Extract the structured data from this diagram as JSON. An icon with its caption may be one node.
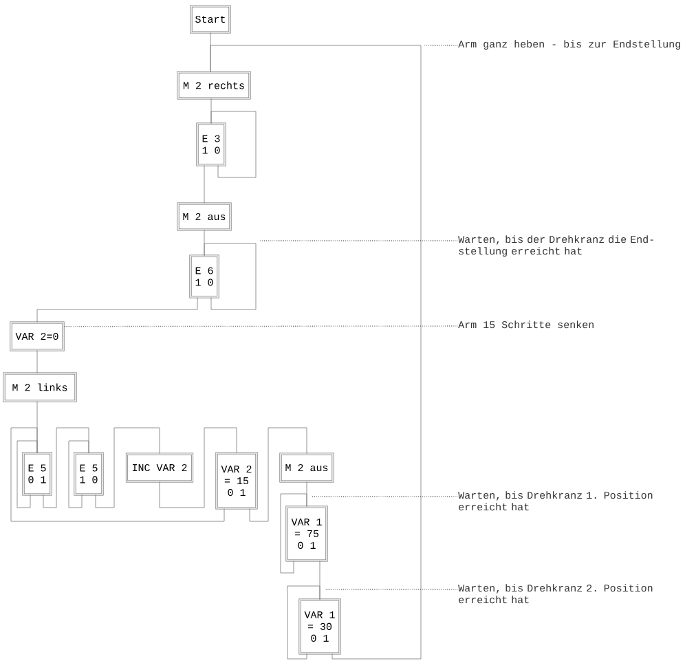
{
  "diagram": {
    "nodes": [
      {
        "text": [
          "Start"
        ]
      },
      {
        "text": [
          "M 2 rechts"
        ]
      },
      {
        "text": [
          "E 3",
          "1 0"
        ]
      },
      {
        "text": [
          "M 2 aus"
        ]
      },
      {
        "text": [
          "E 6",
          "1 0"
        ]
      },
      {
        "text": [
          "VAR 2=0"
        ]
      },
      {
        "text": [
          "M 2 links"
        ]
      },
      {
        "text": [
          "E 5",
          "0 1"
        ]
      },
      {
        "text": [
          "E 5",
          "1 0"
        ]
      },
      {
        "text": [
          "INC VAR 2"
        ]
      },
      {
        "text": [
          "VAR 2",
          "= 15",
          "0 1"
        ]
      },
      {
        "text": [
          "M 2 aus"
        ]
      },
      {
        "text": [
          "VAR 1",
          "= 75",
          "0 1"
        ]
      },
      {
        "text": [
          "VAR 1",
          "= 30",
          "0 1"
        ]
      },
      {
        "text": [
          "Arm ganz heben - bis zur Endstellung"
        ]
      },
      {
        "text": [
          "Warten, bis der Drehkranz die End- stellung erreicht hat"
        ]
      },
      {
        "text": [
          "Arm 15 Schritte senken"
        ]
      },
      {
        "text": [
          "Warten, bis Drehkranz 1. Position erreicht hat"
        ]
      },
      {
        "text": [
          "Warten, bis Drehkranz 2. Position erreicht hat"
        ]
      }
    ],
    "edges": [
      {
        "from": 0,
        "to": 1,
        "arrow": "none"
      },
      {
        "from": 1,
        "to": 2,
        "arrow": "none"
      },
      {
        "from": 2,
        "to": 2,
        "arrow": "none"
      },
      {
        "from": 2,
        "to": 3,
        "arrow": "none"
      },
      {
        "from": 3,
        "to": 4,
        "arrow": "none"
      },
      {
        "from": 4,
        "to": 4,
        "arrow": "none"
      },
      {
        "from": 4,
        "to": 5,
        "arrow": "none"
      },
      {
        "from": 5,
        "to": 6,
        "arrow": "none"
      },
      {
        "from": 6,
        "to": 7,
        "arrow": "none"
      },
      {
        "from": 7,
        "to": 7,
        "arrow": "none"
      },
      {
        "from": 7,
        "to": 8,
        "arrow": "none"
      },
      {
        "from": 8,
        "to": 8,
        "arrow": "none"
      },
      {
        "from": 8,
        "to": 9,
        "arrow": "none"
      },
      {
        "from": 9,
        "to": 10,
        "arrow": "none"
      },
      {
        "from": 10,
        "to": 7,
        "arrow": "none"
      },
      {
        "from": 10,
        "to": 11,
        "arrow": "none"
      },
      {
        "from": 11,
        "to": 12,
        "arrow": "none"
      },
      {
        "from": 12,
        "to": 12,
        "arrow": "none"
      },
      {
        "from": 12,
        "to": 13,
        "arrow": "none"
      },
      {
        "from": 13,
        "to": 13,
        "arrow": "none"
      },
      {
        "from": 13,
        "to": 1,
        "arrow": "none"
      },
      {
        "from": 14,
        "to": null,
        "arrow": "none",
        "style": "dashed"
      },
      {
        "from": 15,
        "to": null,
        "arrow": "none",
        "style": "dashed"
      },
      {
        "from": 16,
        "to": 5,
        "arrow": "none",
        "style": "dashed"
      },
      {
        "from": 17,
        "to": null,
        "arrow": "none",
        "style": "dashed"
      },
      {
        "from": 18,
        "to": null,
        "arrow": "none",
        "style": "dashed"
      }
    ]
  }
}
